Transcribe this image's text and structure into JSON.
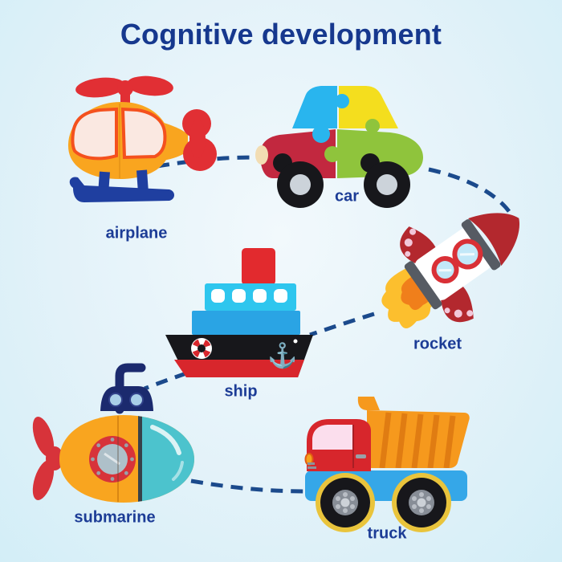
{
  "title": "Cognitive development",
  "items": [
    {
      "id": "airplane",
      "label": "airplane"
    },
    {
      "id": "car",
      "label": "car"
    },
    {
      "id": "rocket",
      "label": "rocket"
    },
    {
      "id": "ship",
      "label": "ship"
    },
    {
      "id": "submarine",
      "label": "submarine"
    },
    {
      "id": "truck",
      "label": "truck"
    }
  ],
  "connections": [
    {
      "from": "airplane",
      "to": "car"
    },
    {
      "from": "car",
      "to": "rocket"
    },
    {
      "from": "rocket",
      "to": "ship"
    },
    {
      "from": "ship",
      "to": "submarine"
    },
    {
      "from": "submarine",
      "to": "truck"
    }
  ],
  "icons": {
    "anchor_glyph": "⚓"
  },
  "colors": {
    "background_center": "#f2f9fc",
    "background_edge": "#d3eef7",
    "title_text": "#16388e",
    "label_text": "#1c3c96",
    "connector_line": "#1b4a8c",
    "toy_red": "#d7333a",
    "toy_dark_red": "#b3282e",
    "toy_orange": "#f9a51f",
    "toy_yellow": "#f4de1e",
    "toy_green": "#8fc43c",
    "toy_sky_blue": "#2bb7ee",
    "toy_navy": "#1b2a6e",
    "toy_teal": "#4cc3cd",
    "toy_black": "#17171b",
    "toy_white": "#ffffff"
  }
}
